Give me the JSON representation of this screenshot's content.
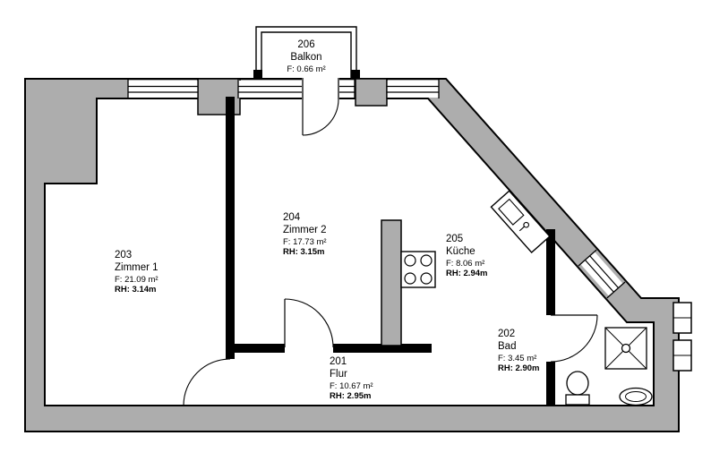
{
  "plan": {
    "colors": {
      "wall_fill": "#adadad",
      "line": "#000000",
      "background": "#ffffff"
    },
    "rooms": [
      {
        "number": "206",
        "name": "Balkon",
        "area": "F: 0.66 m²",
        "height": ""
      },
      {
        "number": "203",
        "name": "Zimmer 1",
        "area": "F: 21.09 m²",
        "height": "RH: 3.14m"
      },
      {
        "number": "204",
        "name": "Zimmer 2",
        "area": "F: 17.73 m²",
        "height": "RH: 3.15m"
      },
      {
        "number": "205",
        "name": "Küche",
        "area": "F: 8.06 m²",
        "height": "RH: 2.94m"
      },
      {
        "number": "201",
        "name": "Flur",
        "area": "F: 10.67 m²",
        "height": "RH: 2.95m"
      },
      {
        "number": "202",
        "name": "Bad",
        "area": "F: 3.45 m²",
        "height": "RH: 2.90m"
      }
    ],
    "fixtures": {
      "kitchen_sink": "sink-unit",
      "stove": "four-burner-stove",
      "toilet": "toilet",
      "shower": "shower",
      "washbasin": "washbasin"
    }
  }
}
